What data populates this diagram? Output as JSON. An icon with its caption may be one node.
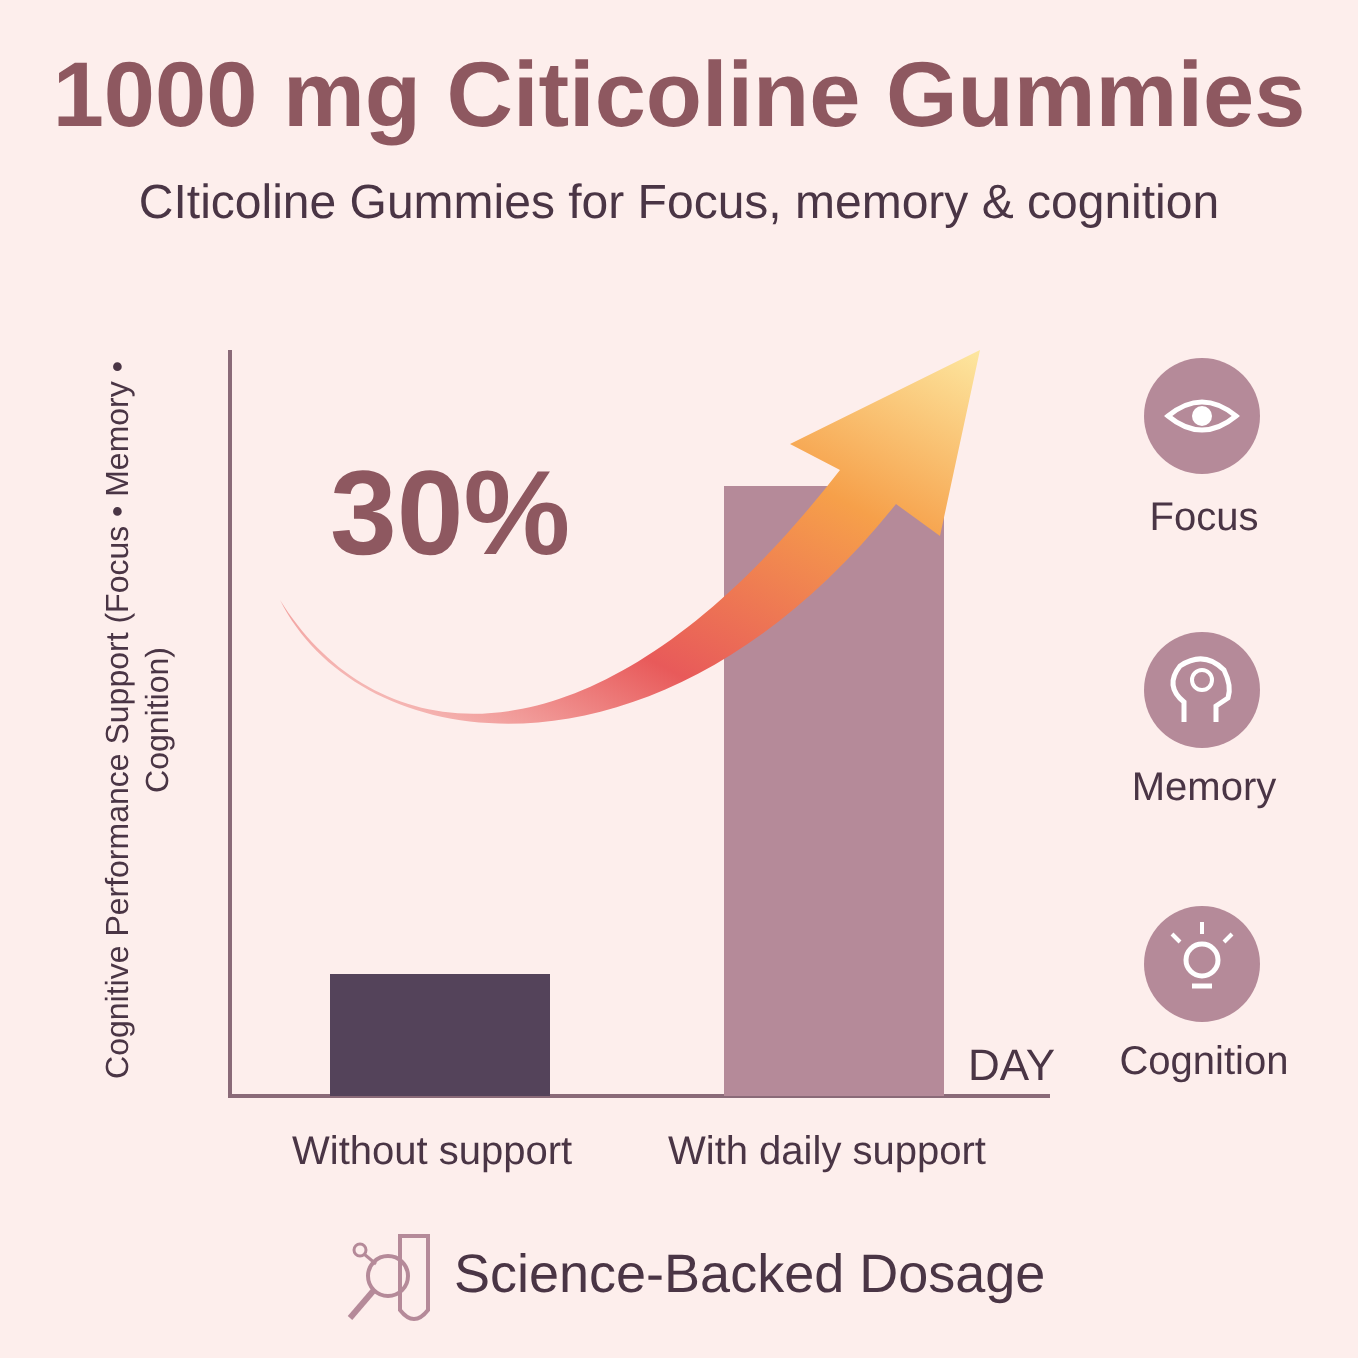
{
  "diagram": {
    "title": "1000 mg Citicoline Gummies",
    "labels": [
      "CIticoline Gummies for Focus, memory & cognition",
      "Cognitive Performance Support (Focus • Memory • Cognition)",
      "30%",
      "DAY",
      "Without support",
      "With daily support",
      "Focus",
      "Memory",
      "Cognition",
      "Science-Backed Dosage"
    ]
  }
}
